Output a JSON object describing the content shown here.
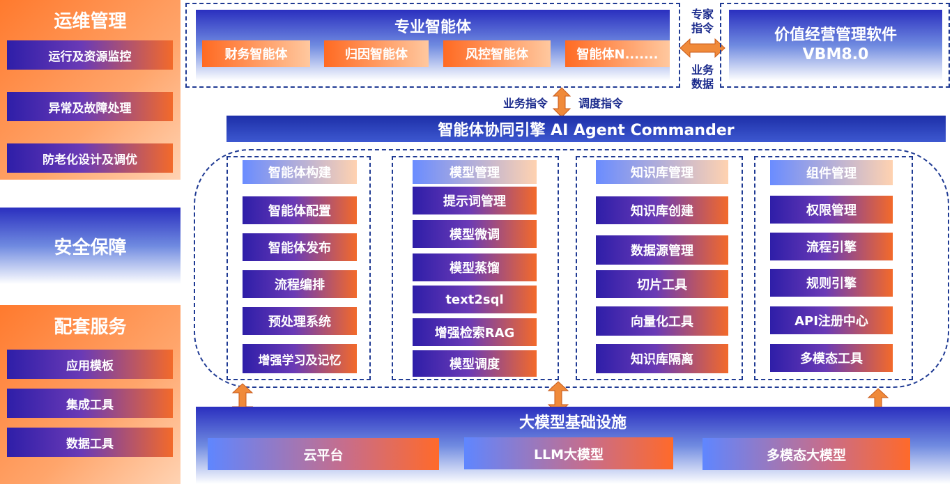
{
  "left": {
    "ops": {
      "title": "运维管理",
      "items": [
        "运行及资源监控",
        "异常及故障处理",
        "防老化设计及调优"
      ]
    },
    "security": {
      "title": "安全保障"
    },
    "support": {
      "title": "配套服务",
      "items": [
        "应用模板",
        "集成工具",
        "数据工具"
      ]
    }
  },
  "top": {
    "agents_title": "专业智能体",
    "agents": [
      "财务智能体",
      "归因智能体",
      "风控智能体",
      "智能体N......."
    ],
    "expert_cmd": "专家\n指令",
    "biz_data": "业务\n数据",
    "vbm_title": "价值经营管理软件",
    "vbm_version": "VBM8.0"
  },
  "mid": {
    "biz_cmd": "业务指令",
    "sched_cmd": "调度指令",
    "engine": "智能体协同引擎 AI Agent Commander"
  },
  "columns": [
    {
      "header": "智能体构建",
      "items": [
        "智能体配置",
        "智能体发布",
        "流程编排",
        "预处理系统",
        "增强学习及记忆"
      ]
    },
    {
      "header": "模型管理",
      "items": [
        "提示词管理",
        "模型微调",
        "模型蒸馏",
        "text2sql",
        "增强检索RAG",
        "模型调度"
      ]
    },
    {
      "header": "知识库管理",
      "items": [
        "知识库创建",
        "数据源管理",
        "切片工具",
        "向量化工具",
        "知识库隔离"
      ]
    },
    {
      "header": "组件管理",
      "items": [
        "权限管理",
        "流程引擎",
        "规则引擎",
        "API注册中心",
        "多模态工具"
      ]
    }
  ],
  "infra": {
    "title": "大模型基础设施",
    "items": [
      "云平台",
      "LLM大模型",
      "多模态大模型"
    ]
  },
  "colors": {
    "navy": "#1f3a93",
    "orange": "#f36a2a",
    "arrow_orange": "#f08a3a"
  }
}
